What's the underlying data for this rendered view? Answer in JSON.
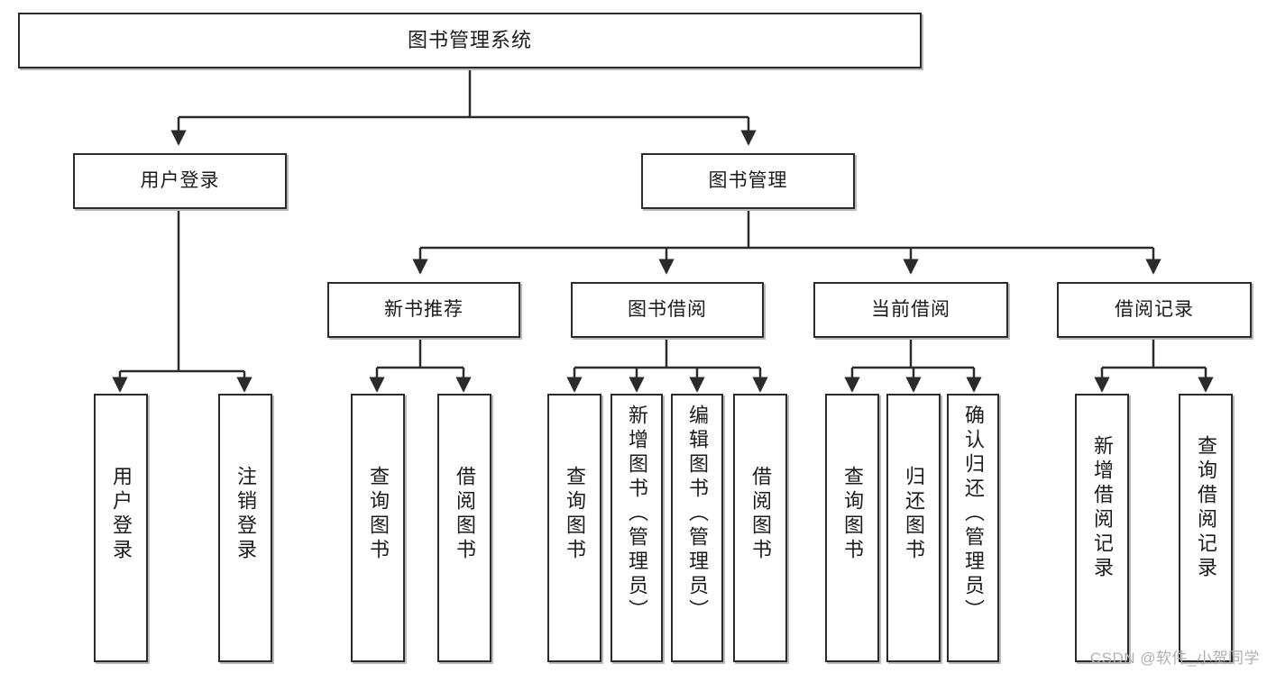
{
  "diagram": {
    "title": "图书管理系统",
    "watermark": "CSDN @软件_小贺同学",
    "colors": {
      "box_border": "#2b2b2b",
      "box_fill": "#ffffff",
      "shadow": "#b9b9b9",
      "connector": "#2b2b2b",
      "text": "#1b1b1b",
      "watermark": "#b0b0b0"
    },
    "nodes": {
      "root": {
        "label": "图书管理系统"
      },
      "level2": [
        {
          "id": "user-login",
          "label": "用户登录"
        },
        {
          "id": "book-management",
          "label": "图书管理"
        }
      ],
      "level3": [
        {
          "id": "new-book-recommend",
          "label": "新书推荐"
        },
        {
          "id": "book-borrow",
          "label": "图书借阅"
        },
        {
          "id": "current-borrow",
          "label": "当前借阅"
        },
        {
          "id": "borrow-record",
          "label": "借阅记录"
        }
      ],
      "leaves": {
        "user_login": [
          {
            "id": "leaf-user-login",
            "label": "用户登录"
          },
          {
            "id": "leaf-logout",
            "label": "注销登录"
          }
        ],
        "new_book_recommend": [
          {
            "id": "leaf-query-book-1",
            "label": "查询图书"
          },
          {
            "id": "leaf-borrow-book-1",
            "label": "借阅图书"
          }
        ],
        "book_borrow": [
          {
            "id": "leaf-query-book-2",
            "label": "查询图书"
          },
          {
            "id": "leaf-add-book",
            "label": "新增图书（管理员）"
          },
          {
            "id": "leaf-edit-book",
            "label": "编辑图书（管理员）"
          },
          {
            "id": "leaf-borrow-book-2",
            "label": "借阅图书"
          }
        ],
        "current_borrow": [
          {
            "id": "leaf-query-book-3",
            "label": "查询图书"
          },
          {
            "id": "leaf-return-book",
            "label": "归还图书"
          },
          {
            "id": "leaf-confirm-return",
            "label": "确认归还（管理员）"
          }
        ],
        "borrow_record": [
          {
            "id": "leaf-add-record",
            "label": "新增借阅记录"
          },
          {
            "id": "leaf-query-record",
            "label": "查询借阅记录"
          }
        ]
      }
    }
  }
}
